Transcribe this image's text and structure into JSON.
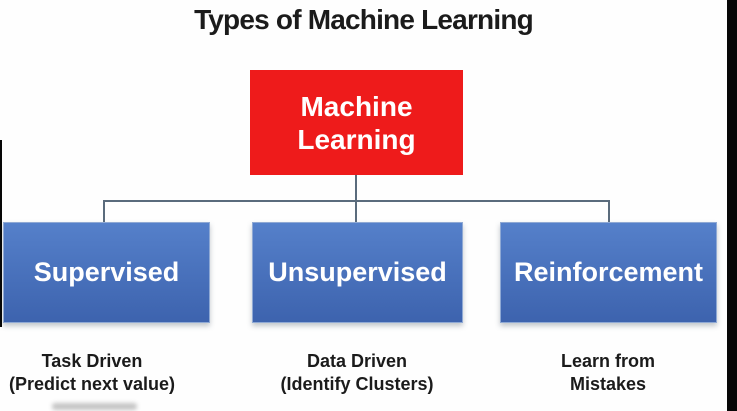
{
  "title": "Types of Machine Learning",
  "tree": {
    "root": {
      "line1": "Machine",
      "line2": "Learning"
    },
    "children": [
      {
        "label": "Supervised",
        "note_line1": "Task Driven",
        "note_line2": "(Predict next value)"
      },
      {
        "label": "Unsupervised",
        "note_line1": "Data Driven",
        "note_line2": "(Identify Clusters)"
      },
      {
        "label": "Reinforcement",
        "note_line1": "Learn from",
        "note_line2": "Mistakes"
      }
    ]
  },
  "colors": {
    "root-node": "#ee1b1b",
    "child-node-top": "#5580ca",
    "child-node-bottom": "#3d63ae",
    "child-node-border": "#8fa9d4",
    "connector": "#5a6b7c",
    "title-text": "#1b1b1b",
    "node-text": "#ffffff",
    "frame-bar": "#070707"
  }
}
